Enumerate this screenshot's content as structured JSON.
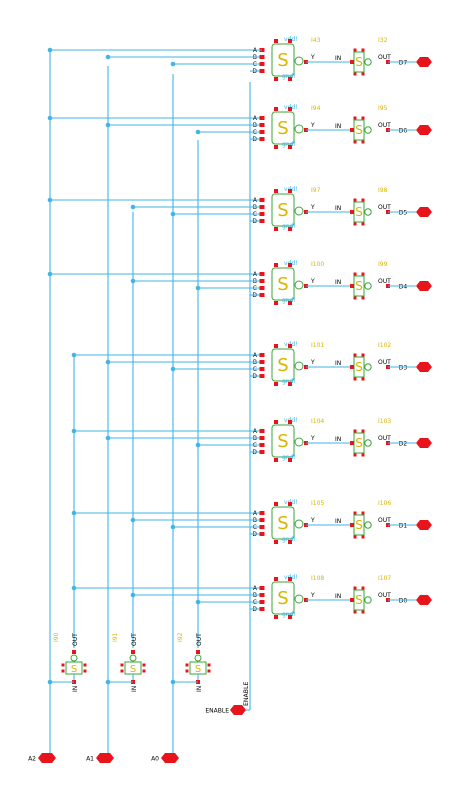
{
  "nand_gates": [
    {
      "instance": "I43",
      "output_pin": "Y",
      "inputs": [
        "A",
        "B",
        "C",
        "D"
      ],
      "vdd": "vdd!",
      "gnd": "gnd!"
    },
    {
      "instance": "I94",
      "output_pin": "Y",
      "inputs": [
        "A",
        "B",
        "C",
        "D"
      ],
      "vdd": "vdd!",
      "gnd": "gnd!"
    },
    {
      "instance": "I97",
      "output_pin": "Y",
      "inputs": [
        "A",
        "B",
        "C",
        "D"
      ],
      "vdd": "vdd!",
      "gnd": "gnd!"
    },
    {
      "instance": "I100",
      "output_pin": "Y",
      "inputs": [
        "A",
        "B",
        "C",
        "D"
      ],
      "vdd": "vdd!",
      "gnd": "gnd!"
    },
    {
      "instance": "I101",
      "output_pin": "Y",
      "inputs": [
        "A",
        "B",
        "C",
        "D"
      ],
      "vdd": "vdd!",
      "gnd": "gnd!"
    },
    {
      "instance": "I104",
      "output_pin": "Y",
      "inputs": [
        "A",
        "B",
        "C",
        "D"
      ],
      "vdd": "vdd!",
      "gnd": "gnd!"
    },
    {
      "instance": "I105",
      "output_pin": "Y",
      "inputs": [
        "A",
        "B",
        "C",
        "D"
      ],
      "vdd": "vdd!",
      "gnd": "gnd!"
    },
    {
      "instance": "I108",
      "output_pin": "Y",
      "inputs": [
        "A",
        "B",
        "C",
        "D"
      ],
      "vdd": "vdd!",
      "gnd": "gnd!"
    }
  ],
  "output_inverters": [
    {
      "instance": "I32",
      "in_pin": "IN",
      "out_pin": "OUT",
      "output": "D7"
    },
    {
      "instance": "I95",
      "in_pin": "IN",
      "out_pin": "OUT",
      "output": "D6"
    },
    {
      "instance": "I98",
      "in_pin": "IN",
      "out_pin": "OUT",
      "output": "D5"
    },
    {
      "instance": "I99",
      "in_pin": "IN",
      "out_pin": "OUT",
      "output": "D4"
    },
    {
      "instance": "I102",
      "in_pin": "IN",
      "out_pin": "OUT",
      "output": "D3"
    },
    {
      "instance": "I103",
      "in_pin": "IN",
      "out_pin": "OUT",
      "output": "D2"
    },
    {
      "instance": "I106",
      "in_pin": "IN",
      "out_pin": "OUT",
      "output": "D1"
    },
    {
      "instance": "I107",
      "in_pin": "IN",
      "out_pin": "OUT",
      "output": "D0"
    }
  ],
  "input_inverters": [
    {
      "instance": "I90",
      "in_pin": "IN",
      "out_pin": "OUT"
    },
    {
      "instance": "I91",
      "in_pin": "IN",
      "out_pin": "OUT"
    },
    {
      "instance": "I92",
      "in_pin": "IN",
      "out_pin": "OUT"
    }
  ],
  "inputs": [
    "A2",
    "A1",
    "A0"
  ],
  "enable": {
    "terminal_label": "ENABLE",
    "wire_label": "ENABLE"
  },
  "colors": {
    "wire": "#3fb6e6",
    "pin": "#e8141c",
    "instance_label": "#d8b400",
    "gate_body": "#3aa63a",
    "supply_label": "#3fb6e6"
  }
}
